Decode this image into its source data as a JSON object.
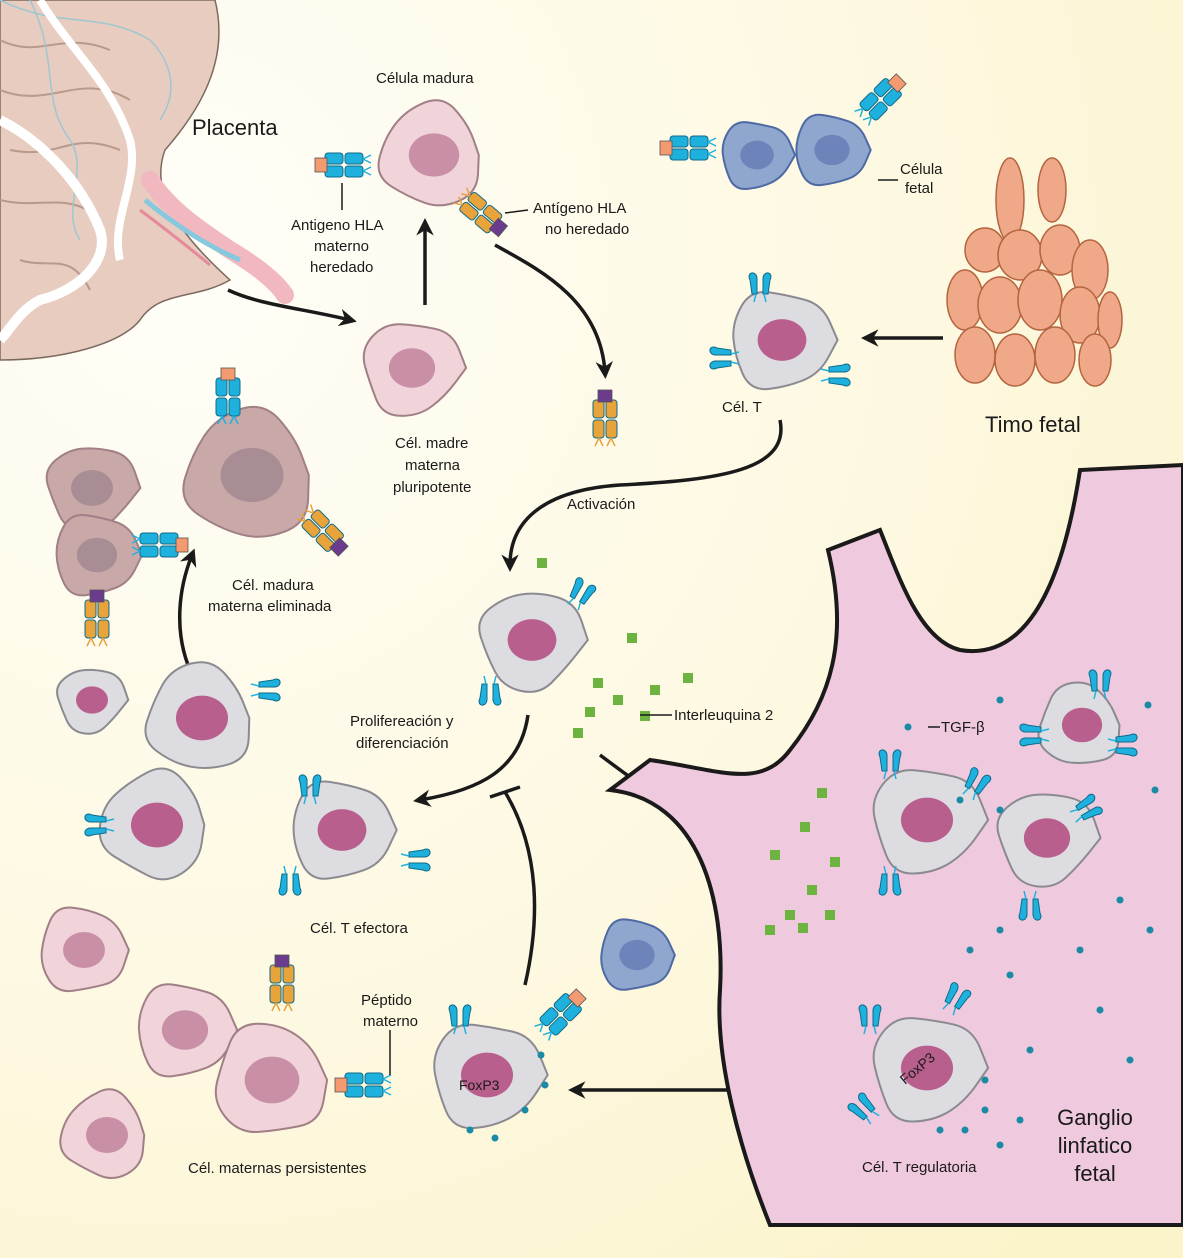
{
  "title": "",
  "colors": {
    "background_start": "#fffef6",
    "background_end": "#fbf5cf",
    "mother_cell": "#f1d3da",
    "mother_nucleus": "#c98fa6",
    "t_cell": "#dddde1",
    "t_nucleus": "#b85f8d",
    "fetal_cell": "#8fa6cf",
    "fetal_nucleus": "#6d84bb",
    "hla_inherited": "#1fb1de",
    "hla_noninherited": "#e8a33b",
    "peptide_orange": "#f39a70",
    "peptide_purple": "#6b3b8e",
    "il2": "#6db33f",
    "tgf_beta": "#1a8aa5",
    "lymph_node": "#efc9de"
  },
  "labels": {
    "placenta": "Placenta",
    "mature_cell": "Célula madura",
    "hla_inherited": [
      "Antigeno HLA",
      "materno",
      "heredado"
    ],
    "hla_noninherited": [
      "Antígeno HLA",
      "no heredado"
    ],
    "fetal_cell": [
      "Célula",
      "fetal"
    ],
    "fetal_thymus": "Timo fetal",
    "stem_cell": [
      "Cél. madre",
      "materna",
      "pluripotente"
    ],
    "t_cell": "Cél. T",
    "activation": "Activación",
    "eliminated": [
      "Cél. madura",
      "materna eliminada"
    ],
    "proliferation": [
      "Prolifereación y",
      "diferenciación"
    ],
    "interleukin": "Interleuquina 2",
    "tgf": "TGF-β",
    "effector": "Cél. T efectora",
    "maternal_peptide": [
      "Péptido",
      "materno"
    ],
    "foxp3": "FoxP3",
    "treg": "Cél. T regulatoria",
    "persistent": "Cél. maternas persistentes",
    "lymph_node": [
      "Ganglio",
      "linfatico",
      "fetal"
    ]
  }
}
